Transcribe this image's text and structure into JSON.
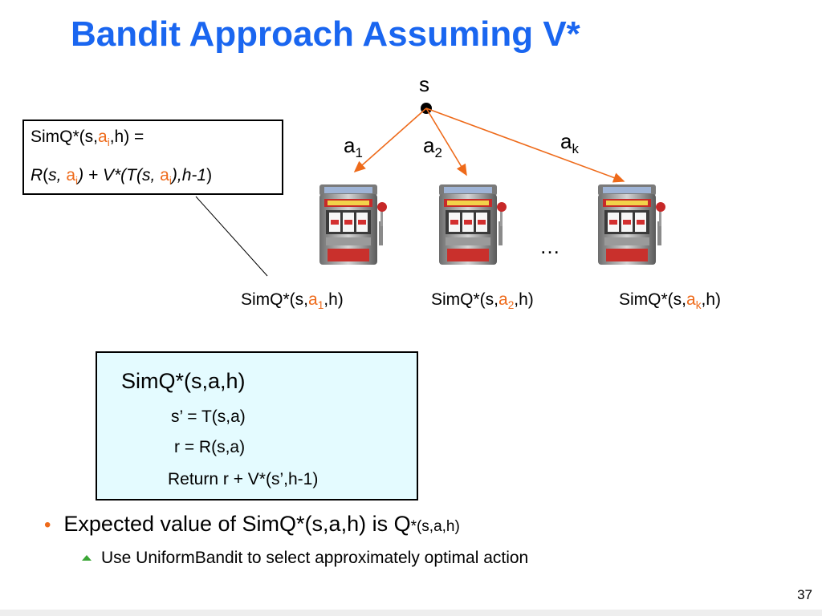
{
  "title": "Bandit Approach Assuming V*",
  "colors": {
    "title": "#1a66f0",
    "highlight": "#ee6a1a",
    "code_box_bg": "#e4fbff",
    "bullet_sub_marker": "#3aa635"
  },
  "tree": {
    "root_label": "s",
    "actions": [
      {
        "name": "a",
        "sub": "1"
      },
      {
        "name": "a",
        "sub": "2"
      },
      {
        "name": "a",
        "sub": "k"
      }
    ],
    "ellipsis": "…"
  },
  "definition_box": {
    "line1_prefix": "SimQ*(s,",
    "line1_action": "a",
    "line1_sub": "i",
    "line1_suffix": ",h)  =",
    "line2_R": "R",
    "line2_open": "(",
    "line2_s": "s, ",
    "line2_action": "a",
    "line2_sub": "i",
    "line2_mid": ") + V*(",
    "line2_T": "T(s, ",
    "line2_action2": "a",
    "line2_sub2": "i",
    "line2_end": "),h-1",
    "line2_close": ")"
  },
  "machine_labels": [
    {
      "prefix": "SimQ*(s,",
      "action": "a",
      "sub": "1",
      "suffix": ",h)"
    },
    {
      "prefix": "SimQ*(s,",
      "action": "a",
      "sub": "2",
      "suffix": ",h)"
    },
    {
      "prefix": "SimQ*(s,",
      "action": "a",
      "sub": "k",
      "suffix": ",h)"
    }
  ],
  "code_box": {
    "signature": "SimQ*(s,a,h)",
    "line1": "s’ = T(s,a)",
    "line2": "r = R(s,a)",
    "line3": "Return  r + V*(s’,h-1)"
  },
  "bullets": {
    "main_text": "Expected value of SimQ*(s,a,h) is Q",
    "main_small": "*(s,a,h)",
    "sub_text": "Use UniformBandit to select approximately optimal action"
  },
  "page_number": "37",
  "icons": [
    "bullet-dot-icon",
    "triangle-bullet-icon",
    "slot-machine-icon"
  ]
}
